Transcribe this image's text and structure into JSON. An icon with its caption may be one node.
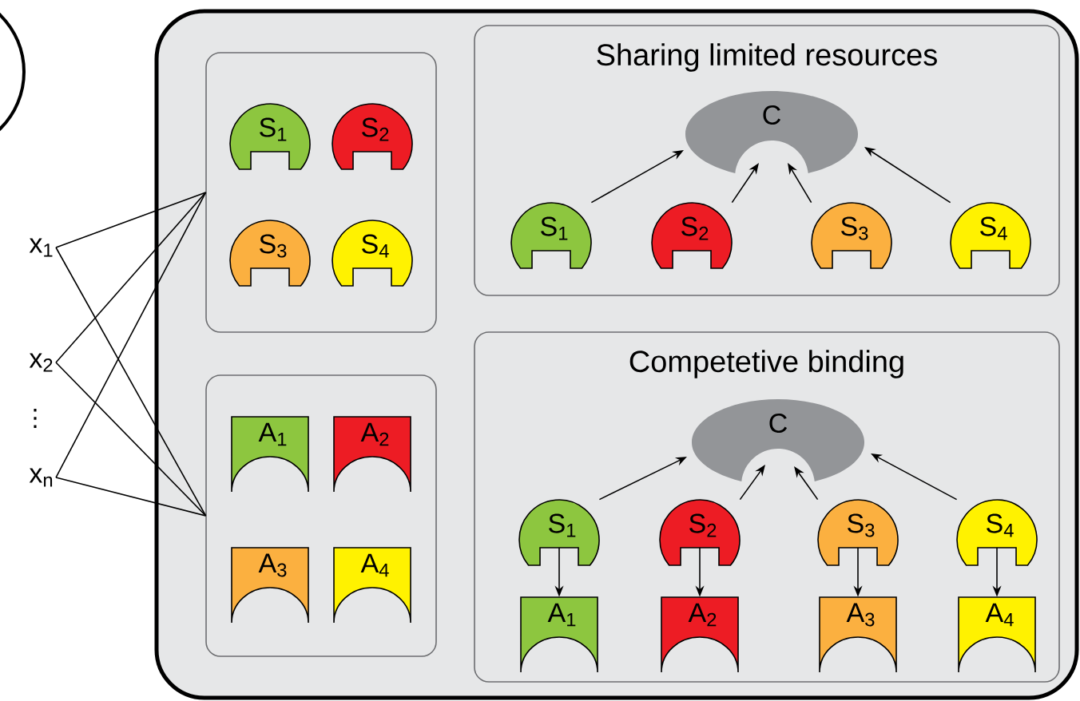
{
  "diagram": {
    "nodes": [
      {
        "text": [],
        "shape": "circle"
      },
      {
        "text": [
          "x$_{1}$"
        ]
      },
      {
        "text": [
          "x$_{2}$"
        ]
      },
      {
        "text": [
          "x$_{n}$"
        ]
      },
      {
        "text": [],
        "shape": "box"
      },
      {
        "text": [],
        "shape": "box",
        "in": 4
      },
      {
        "text": [
          "S$_{1}$"
        ],
        "in": 5
      },
      {
        "text": [
          "S$_{2}$"
        ],
        "in": 5
      },
      {
        "text": [
          "S$_{3}$"
        ],
        "in": 5
      },
      {
        "text": [
          "S$_{4}$"
        ],
        "in": 5
      },
      {
        "text": [],
        "shape": "box",
        "in": 4
      },
      {
        "text": [
          "A$_{1}$"
        ],
        "in": 10
      },
      {
        "text": [
          "A$_{2}$"
        ],
        "in": 10
      },
      {
        "text": [
          "A$_{3}$"
        ],
        "in": 10
      },
      {
        "text": [
          "A$_{4}$"
        ],
        "in": 10
      },
      {
        "text": [
          "Sharing limited resources"
        ],
        "in": 4
      },
      {
        "text": [
          "C"
        ],
        "in": 15
      },
      {
        "text": [
          "S$_{1}$"
        ],
        "in": 15
      },
      {
        "text": [
          "S$_{2}$"
        ],
        "in": 15
      },
      {
        "text": [
          "S$_{3}$"
        ],
        "in": 15
      },
      {
        "text": [
          "S$_{4}$"
        ],
        "in": 15
      },
      {
        "text": [
          "Competetive binding"
        ],
        "in": 4
      },
      {
        "text": [
          "C"
        ],
        "in": 21
      },
      {
        "text": [
          "S$_{1}$"
        ],
        "in": 21
      },
      {
        "text": [
          "S$_{2}$"
        ],
        "in": 21
      },
      {
        "text": [
          "S$_{3}$"
        ],
        "in": 21
      },
      {
        "text": [
          "S$_{4}$"
        ],
        "in": 21
      },
      {
        "text": [
          "A$_{1}$"
        ],
        "in": 21
      },
      {
        "text": [
          "A$_{2}$"
        ],
        "in": 21
      },
      {
        "text": [
          "A$_{3}$"
        ],
        "in": 21
      },
      {
        "text": [
          "A$_{4}$"
        ],
        "in": 21
      }
    ],
    "edges": [
      {
        "from": 1,
        "to": 5,
        "arrow": "none"
      },
      {
        "from": 1,
        "to": 10,
        "arrow": "none"
      },
      {
        "from": 2,
        "to": 5,
        "arrow": "none"
      },
      {
        "from": 2,
        "to": 10,
        "arrow": "none"
      },
      {
        "from": 3,
        "to": 5,
        "arrow": "none"
      },
      {
        "from": 3,
        "to": 10,
        "arrow": "none"
      },
      {
        "from": 17,
        "to": 16,
        "arrow": "to"
      },
      {
        "from": 18,
        "to": 16,
        "arrow": "to"
      },
      {
        "from": 19,
        "to": 16,
        "arrow": "to"
      },
      {
        "from": 20,
        "to": 16,
        "arrow": "to"
      },
      {
        "from": 23,
        "to": 22,
        "arrow": "to"
      },
      {
        "from": 24,
        "to": 22,
        "arrow": "to"
      },
      {
        "from": 25,
        "to": 22,
        "arrow": "to"
      },
      {
        "from": 26,
        "to": 22,
        "arrow": "to"
      },
      {
        "from": 23,
        "to": 27,
        "arrow": "to"
      },
      {
        "from": 24,
        "to": 28,
        "arrow": "to"
      },
      {
        "from": 25,
        "to": 29,
        "arrow": "to"
      },
      {
        "from": 26,
        "to": 30,
        "arrow": "to"
      }
    ],
    "labels": [
      "⋮"
    ]
  }
}
